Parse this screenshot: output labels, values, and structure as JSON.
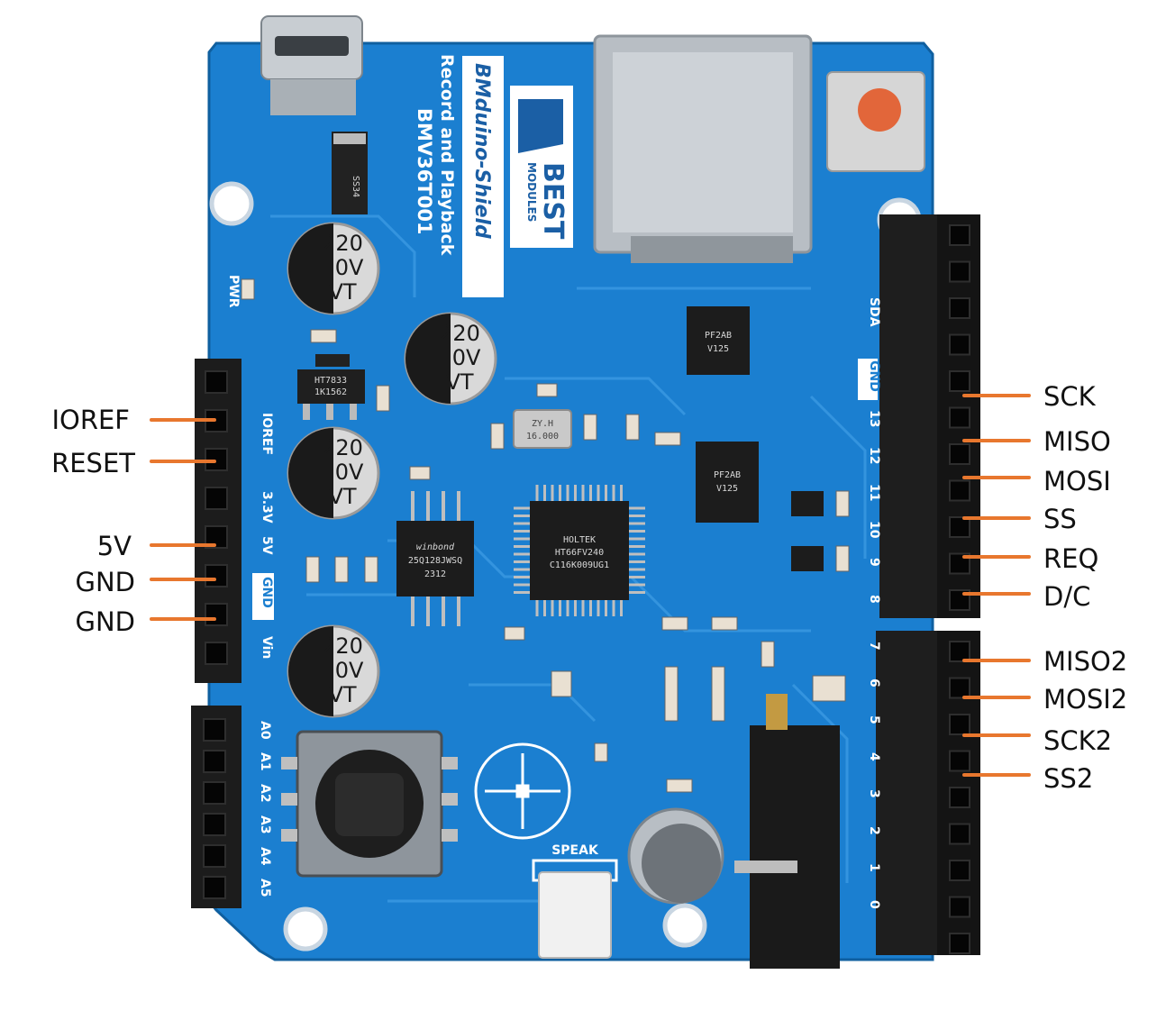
{
  "board": {
    "brand": "BEST",
    "brand_sub": "MODULES",
    "name": "BMduino-Shield",
    "subtitle": "Record and Playback",
    "model": "BMV36T001"
  },
  "colors": {
    "pcb": "#1b7fd0",
    "callout": "#e8772e",
    "header": "#1c1c1c",
    "label": "#111111"
  },
  "left_callouts": [
    "IOREF",
    "RESET",
    "5V",
    "GND",
    "GND"
  ],
  "right_callouts": [
    "SCK",
    "MISO",
    "MOSI",
    "SS",
    "REQ",
    "D/C",
    "MISO2",
    "MOSI2",
    "SCK2",
    "SS2"
  ],
  "silkscreen": {
    "power_pins": [
      "IOREF",
      "3.3V",
      "5V",
      "GND",
      "Vin"
    ],
    "analog_pins": [
      "A0",
      "A1",
      "A2",
      "A3",
      "A4",
      "A5"
    ],
    "digital_upper": [
      "SDA",
      "GND",
      "13",
      "12",
      "11",
      "10",
      "9",
      "8"
    ],
    "digital_lower": [
      "7",
      "6",
      "5",
      "4",
      "3",
      "2",
      "1",
      "0"
    ],
    "pwr": "PWR",
    "speak": "SPEAK"
  },
  "components": {
    "capacitor": [
      "220",
      "10V",
      "VT"
    ],
    "mcu": [
      "HOLTEK",
      "HT66FV240",
      "C116K009UG1"
    ],
    "flash": [
      "winbond",
      "25Q128JWSQ",
      "2312"
    ],
    "driver": [
      "PF2AB",
      "V125"
    ],
    "regulator": [
      "HT7833",
      "1K1562"
    ],
    "crystal": [
      "ZY.H",
      "16.000"
    ],
    "diode": "SS34"
  }
}
